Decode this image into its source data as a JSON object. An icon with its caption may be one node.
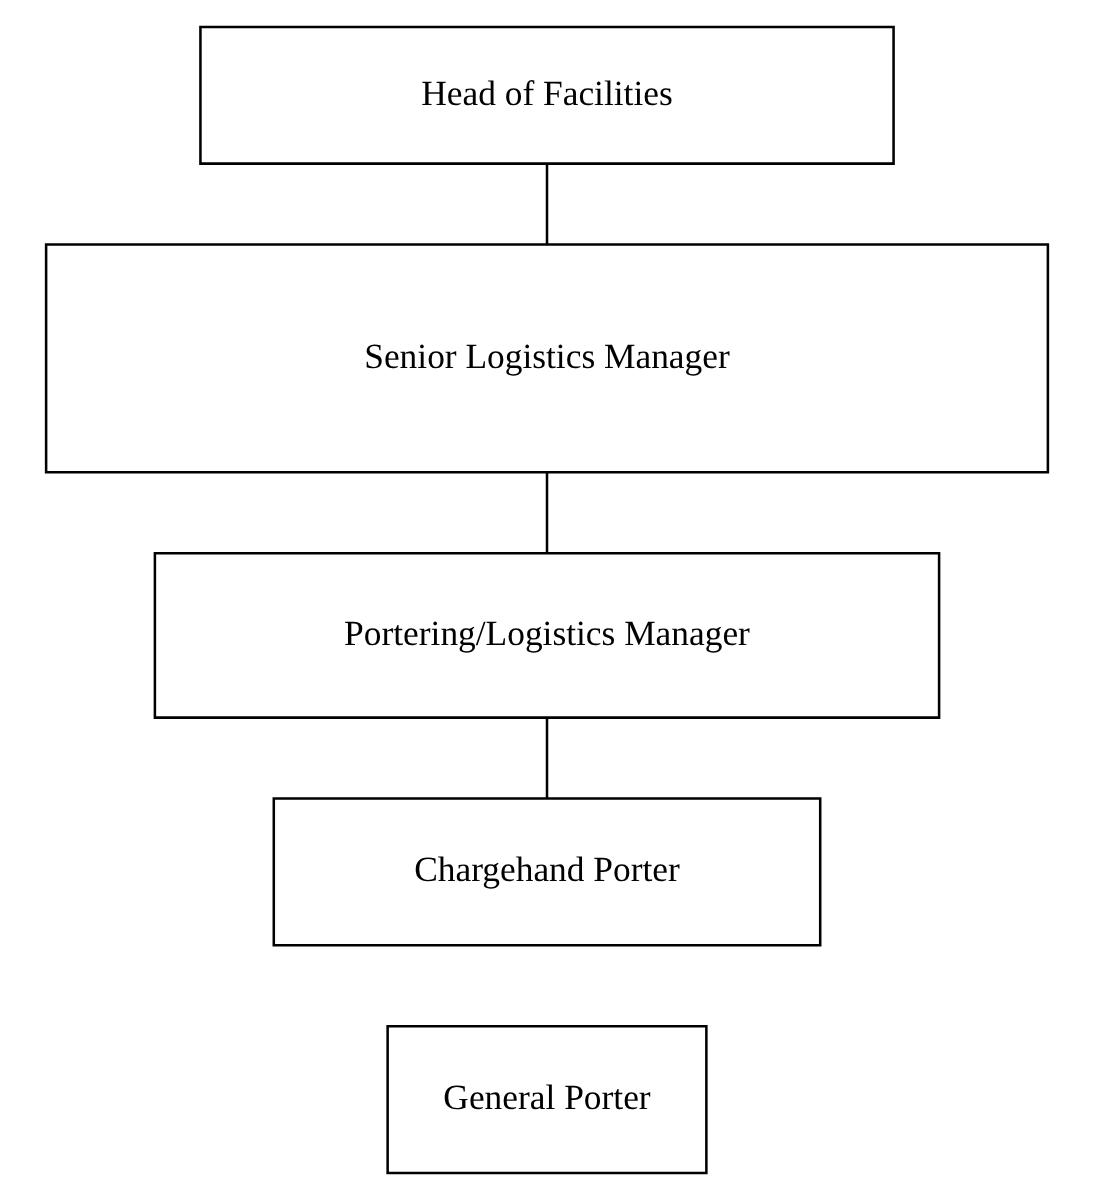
{
  "diagram": {
    "nodes": [
      {
        "text": [
          "Head of Facilities"
        ]
      },
      {
        "text": [
          "Senior Logistics Manager"
        ]
      },
      {
        "text": [
          "Portering/Logistics Manager"
        ]
      },
      {
        "text": [
          "Chargehand Porter"
        ]
      },
      {
        "text": [
          "General Porter"
        ]
      }
    ],
    "edges": [
      {
        "from": 0,
        "to": 1,
        "arrow": "none"
      },
      {
        "from": 1,
        "to": 2,
        "arrow": "none"
      },
      {
        "from": 2,
        "to": 3,
        "arrow": "none"
      }
    ]
  }
}
